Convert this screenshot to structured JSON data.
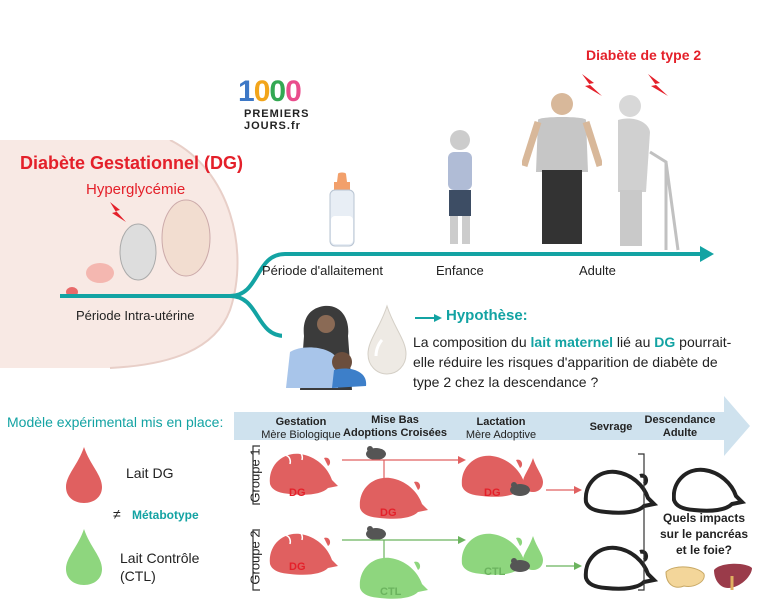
{
  "logo": {
    "digits": "1000",
    "line1": "PREMIERS",
    "line2": "JOURS.fr"
  },
  "top": {
    "dg_title": "Diabète Gestationnel (DG)",
    "hyperglycemie": "Hyperglycémie",
    "diabete_type2": "Diabète de type 2",
    "periode_intra": "Période Intra-utérine",
    "periode_allaitement": "Période d'allaitement",
    "enfance": "Enfance",
    "adulte": "Adulte"
  },
  "hypothesis": {
    "label": "Hypothèse:",
    "text_part1": "La composition du ",
    "lait": "lait maternel",
    "text_part2": " lié au ",
    "dg": "DG",
    "text_part3": " pourrait-",
    "line2": "elle réduire les risques d'apparition de diabète de",
    "line3": "type 2 chez la descendance ?"
  },
  "model": {
    "title": "Modèle expérimental mis en place:",
    "lait_dg": "Lait DG",
    "neq": "≠",
    "metabotype": "Métabotype",
    "lait_ctl_1": "Lait Contrôle",
    "lait_ctl_2": "(CTL)"
  },
  "timeline": {
    "gestation_1": "Gestation",
    "gestation_2": "Mère Biologique",
    "misebas_1": "Mise Bas",
    "misebas_2": "Adoptions Croisées",
    "lactation_1": "Lactation",
    "lactation_2": "Mère Adoptive",
    "sevrage": "Sevrage",
    "descendance_1": "Descendance",
    "descendance_2": "Adulte"
  },
  "groups": {
    "g1": "Groupe 1",
    "g2": "Groupe 2",
    "dg": "DG",
    "ctl": "CTL"
  },
  "question": {
    "l1": "Quels impacts",
    "l2": "sur le pancréas",
    "l3": "et le foie?"
  },
  "colors": {
    "red": "#e4202a",
    "teal": "#13a3a3",
    "dg_mouse": "#e06060",
    "ctl_mouse": "#8ed67e",
    "arrow_bg": "#cfe2ee"
  }
}
